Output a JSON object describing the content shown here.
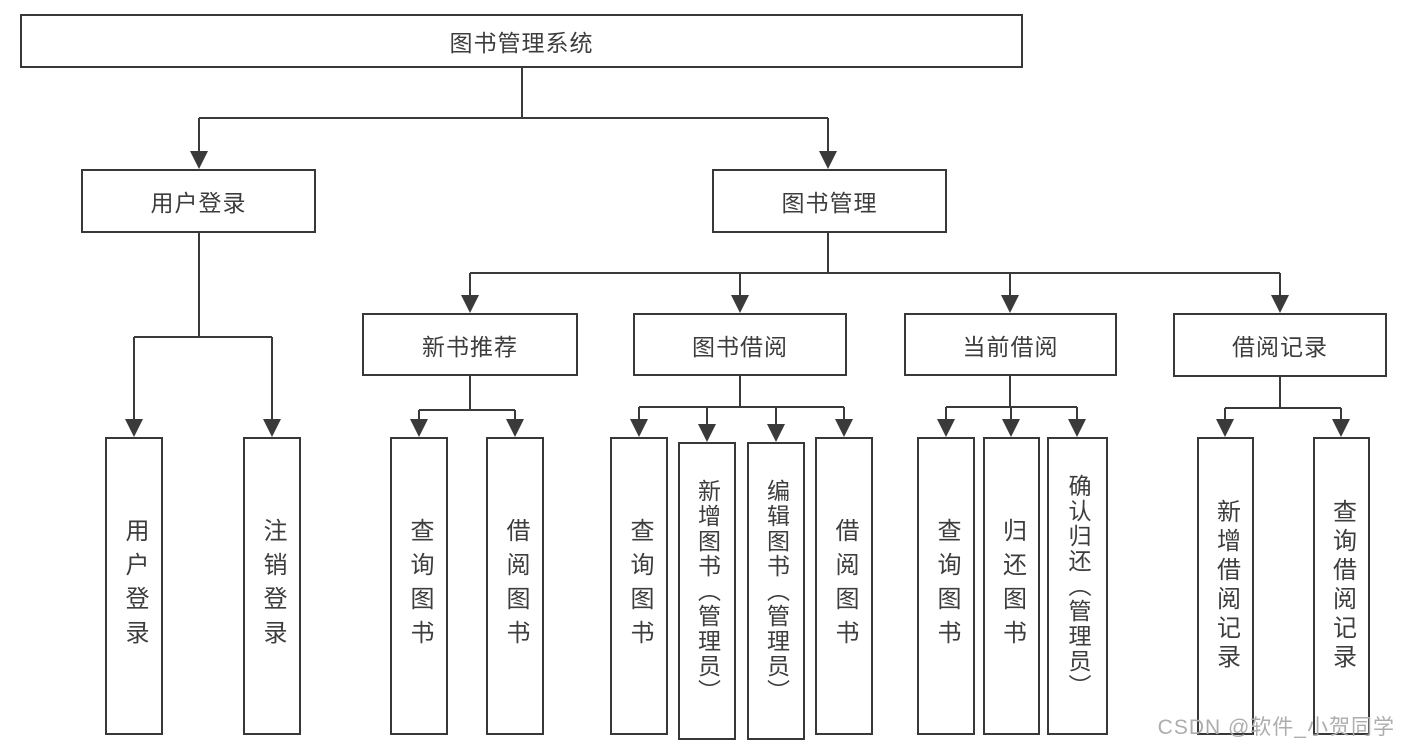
{
  "diagram": {
    "title": "图书管理系统",
    "branches": [
      {
        "label": "用户登录",
        "children": [
          {
            "label": "用户登录"
          },
          {
            "label": "注销登录"
          }
        ]
      },
      {
        "label": "图书管理",
        "children": [
          {
            "label": "新书推荐",
            "children": [
              {
                "label": "查询图书"
              },
              {
                "label": "借阅图书"
              }
            ]
          },
          {
            "label": "图书借阅",
            "children": [
              {
                "label": "查询图书"
              },
              {
                "label": "新增图书（管理员）"
              },
              {
                "label": "编辑图书（管理员）"
              },
              {
                "label": "借阅图书"
              }
            ]
          },
          {
            "label": "当前借阅",
            "children": [
              {
                "label": "查询图书"
              },
              {
                "label": "归还图书"
              },
              {
                "label": "确认归还（管理员）"
              }
            ]
          },
          {
            "label": "借阅记录",
            "children": [
              {
                "label": "新增借阅记录"
              },
              {
                "label": "查询借阅记录"
              }
            ]
          }
        ]
      }
    ]
  },
  "watermark": {
    "text": "CSDN @软件_小贺同学"
  },
  "colors": {
    "line": "#3a3a3a",
    "box_border": "#383838",
    "text": "#3d3d3d",
    "background": "#ffffff",
    "watermark": "#adadad"
  }
}
